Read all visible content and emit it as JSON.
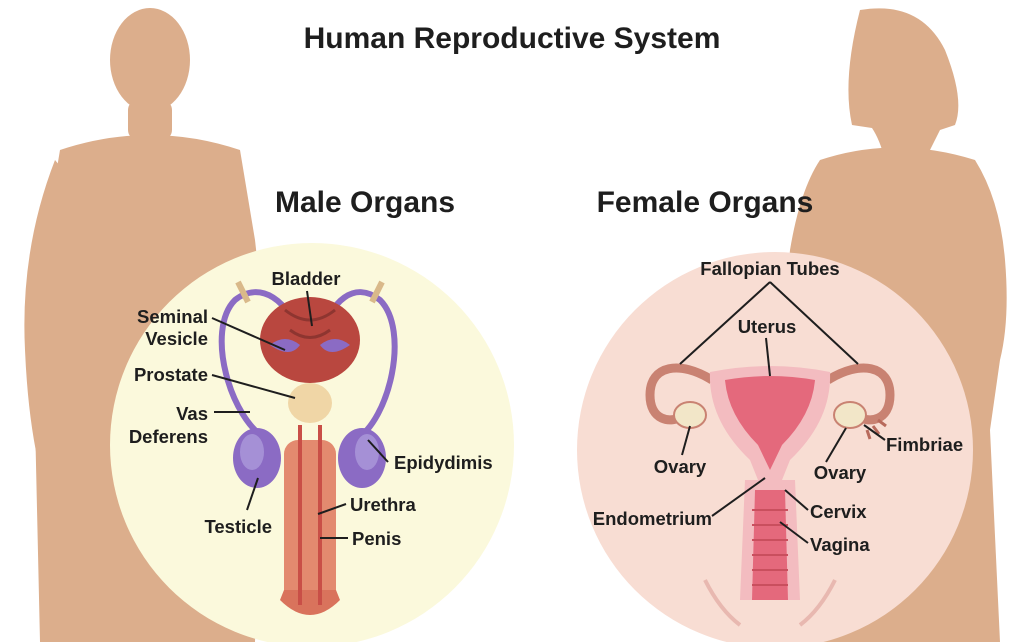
{
  "title": "Human Reproductive System",
  "male": {
    "heading": "Male Organs",
    "labels": {
      "bladder": "Bladder",
      "seminal_vesicle_1": "Seminal",
      "seminal_vesicle_2": "Vesicle",
      "prostate": "Prostate",
      "vas_deferens_1": "Vas",
      "vas_deferens_2": "Deferens",
      "epididymis": "Epidydimis",
      "urethra": "Urethra",
      "testicle": "Testicle",
      "penis": "Penis"
    }
  },
  "female": {
    "heading": "Female Organs",
    "labels": {
      "fallopian_tubes": "Fallopian Tubes",
      "uterus": "Uterus",
      "ovary_left": "Ovary",
      "ovary_right": "Ovary",
      "fimbriae": "Fimbriae",
      "endometrium": "Endometrium",
      "cervix": "Cervix",
      "vagina": "Vagina"
    }
  },
  "colors": {
    "silhouette": "#dcae8c",
    "male_circle": "#fbf9dc",
    "female_circle": "#f8ddd3",
    "label_text": "#1e1e1e",
    "organ_red": "#c94f47",
    "organ_purple": "#8b6bc4",
    "uterus_pink": "#e4697c"
  }
}
